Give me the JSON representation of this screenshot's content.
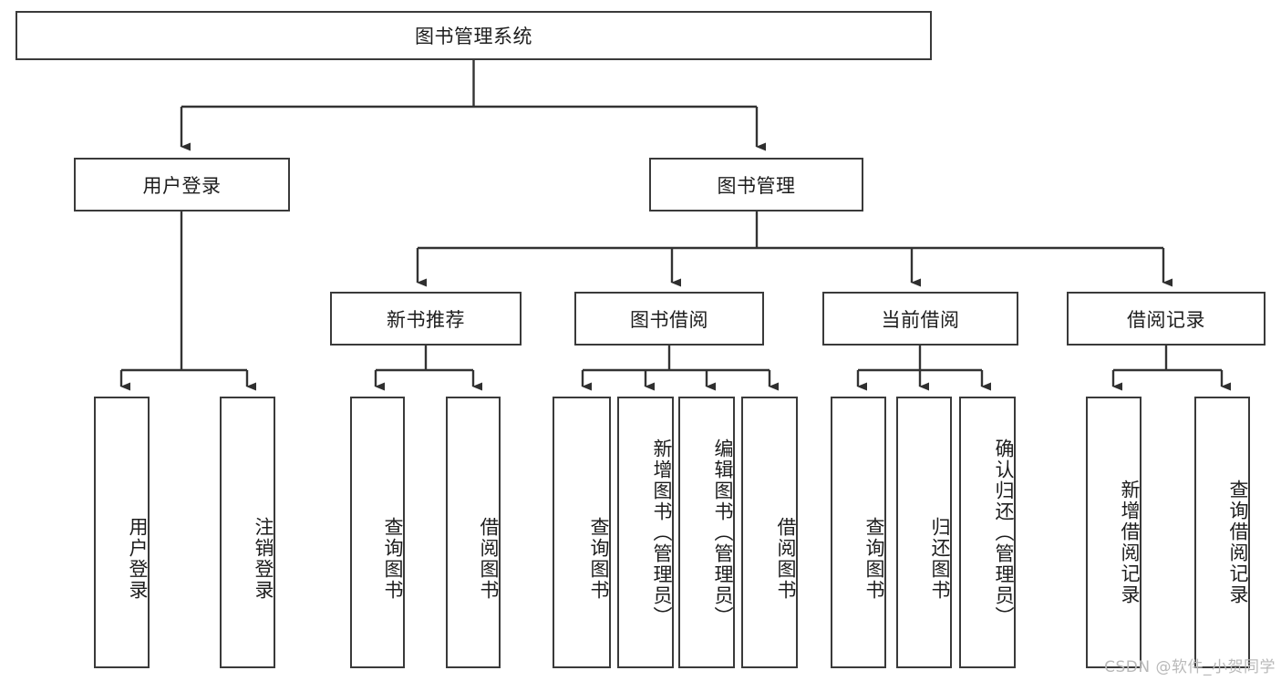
{
  "diagram": {
    "title": "图书管理系统",
    "type": "tree-hierarchy",
    "colors": {
      "node_border": "#3a3a3a",
      "node_fill": "#ffffff",
      "edge": "#333333",
      "text": "#1d1d1d",
      "watermark": "#b9b9b9",
      "background": "#ffffff"
    },
    "root": {
      "label": "图书管理系统",
      "orientation": "horizontal"
    },
    "level1": [
      {
        "label": "用户登录",
        "orientation": "horizontal"
      },
      {
        "label": "图书管理",
        "orientation": "horizontal"
      }
    ],
    "level2": [
      {
        "label": "新书推荐",
        "orientation": "horizontal"
      },
      {
        "label": "图书借阅",
        "orientation": "horizontal"
      },
      {
        "label": "当前借阅",
        "orientation": "horizontal"
      },
      {
        "label": "借阅记录",
        "orientation": "horizontal"
      }
    ],
    "leaves": {
      "user_login": [
        {
          "label": "用户登录",
          "orientation": "vertical"
        },
        {
          "label": "注销登录",
          "orientation": "vertical"
        }
      ],
      "new_book_recommend": [
        {
          "label": "查询图书",
          "orientation": "vertical"
        },
        {
          "label": "借阅图书",
          "orientation": "vertical"
        }
      ],
      "book_borrow": [
        {
          "label": "查询图书",
          "orientation": "vertical"
        },
        {
          "label": "新增图书（管理员）",
          "orientation": "vertical"
        },
        {
          "label": "编辑图书（管理员）",
          "orientation": "vertical"
        },
        {
          "label": "借阅图书",
          "orientation": "vertical"
        }
      ],
      "current_borrow": [
        {
          "label": "查询图书",
          "orientation": "vertical"
        },
        {
          "label": "归还图书",
          "orientation": "vertical"
        },
        {
          "label": "确认归还（管理员）",
          "orientation": "vertical"
        }
      ],
      "borrow_record": [
        {
          "label": "新增借阅记录",
          "orientation": "vertical"
        },
        {
          "label": "查询借阅记录",
          "orientation": "vertical"
        }
      ]
    }
  },
  "watermark": {
    "text": "CSDN @软件_小贺同学"
  }
}
